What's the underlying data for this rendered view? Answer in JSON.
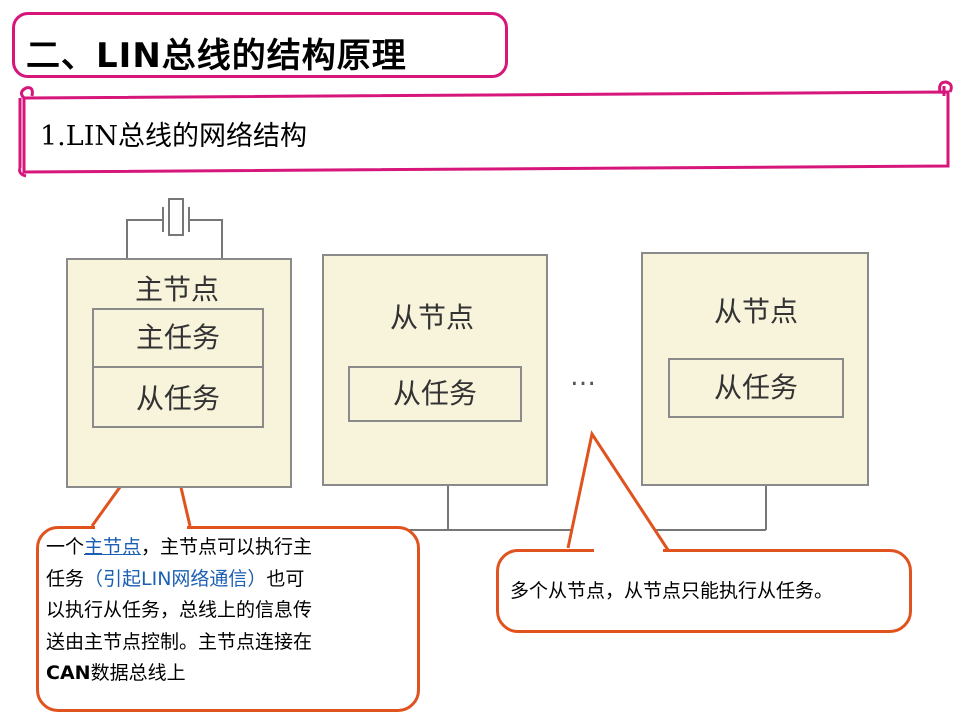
{
  "title": "二、LIN总线的结构原理",
  "subtitle": "1.LIN总线的网络结构",
  "diagram": {
    "master_node_label": "主节点",
    "master_task_label": "主任务",
    "master_slave_task_label": "从任务",
    "slave_node_1_label": "从节点",
    "slave_task_1_label": "从任务",
    "ellipsis": "…",
    "slave_node_2_label": "从节点",
    "slave_task_2_label": "从任务"
  },
  "callout_left": {
    "line1_prefix": "一个",
    "line1_link": "主节点",
    "line1_suffix": "，主节点可以执行主",
    "line2_prefix": "任务",
    "line2_paren": "（引起LIN网络通信）",
    "line2_suffix": "也可",
    "line3": "以执行从任务，总线上的信息传",
    "line4": "送由主节点控制。主节点连接在",
    "line5_bold": "CAN",
    "line5_rest": "数据总线上"
  },
  "callout_right": {
    "text": "多个从节点，从节点只能执行从任务。"
  },
  "colors": {
    "title_border": "#d6167a",
    "callout_border": "#e0531e",
    "node_fill": "#f8f4dc",
    "link": "#1a5fb4"
  }
}
